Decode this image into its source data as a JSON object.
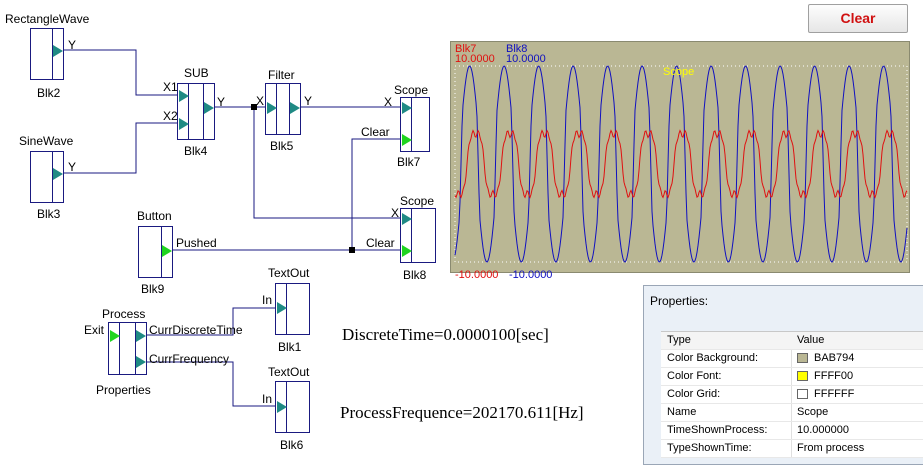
{
  "clear_button": {
    "label": "Clear",
    "color": "#d01010"
  },
  "blocks": {
    "blk2": {
      "title": "RectangleWave",
      "name": "Blk2",
      "out": "Y"
    },
    "blk3": {
      "title": "SineWave",
      "name": "Blk3",
      "out": "Y"
    },
    "blk4": {
      "title": "SUB",
      "name": "Blk4",
      "in1": "X1",
      "in2": "X2",
      "out": "Y"
    },
    "blk5": {
      "title": "Filter",
      "name": "Blk5",
      "in": "X",
      "out": "Y"
    },
    "blk7": {
      "title": "Scope",
      "name": "Blk7",
      "in": "X",
      "clear": "Clear"
    },
    "blk8": {
      "title": "Scope",
      "name": "Blk8",
      "in": "X",
      "clear": "Clear"
    },
    "blk9": {
      "title": "Button",
      "name": "Blk9",
      "out": "Pushed"
    },
    "process": {
      "title": "Process",
      "name": "Properties",
      "exit": "Exit",
      "out1": "CurrDiscreteTime",
      "out2": "CurrFrequency"
    },
    "blk1": {
      "title": "TextOut",
      "name": "Blk1",
      "in": "In"
    },
    "blk6": {
      "title": "TextOut",
      "name": "Blk6",
      "in": "In"
    }
  },
  "readouts": {
    "discrete_time": "DiscreteTime=0.0000100[sec]",
    "process_frequency": "ProcessFrequence=202170.611[Hz]"
  },
  "scope": {
    "title": "Scope",
    "background": "#bab794",
    "font_color": "#ffff00",
    "grid_color": "#ffffff",
    "series": [
      {
        "name": "Blk7",
        "max_label": "10.0000",
        "min_label": "-10.0000",
        "color": "#e01010"
      },
      {
        "name": "Blk8",
        "max_label": "10.0000",
        "min_label": "-10.0000",
        "color": "#1010c0"
      }
    ]
  },
  "properties": {
    "title": "Properties:",
    "col_type": "Type",
    "col_value": "Value",
    "rows": [
      {
        "key": "Color Background:",
        "value": "BAB794",
        "swatch": "#bab794"
      },
      {
        "key": "Color Font:",
        "value": "FFFF00",
        "swatch": "#ffff00"
      },
      {
        "key": "Color Grid:",
        "value": "FFFFFF",
        "swatch": "#ffffff"
      },
      {
        "key": "Name",
        "value": "Scope"
      },
      {
        "key": "TimeShownProcess:",
        "value": "10.000000"
      },
      {
        "key": "TypeShownTime:",
        "value": "From process"
      }
    ]
  }
}
